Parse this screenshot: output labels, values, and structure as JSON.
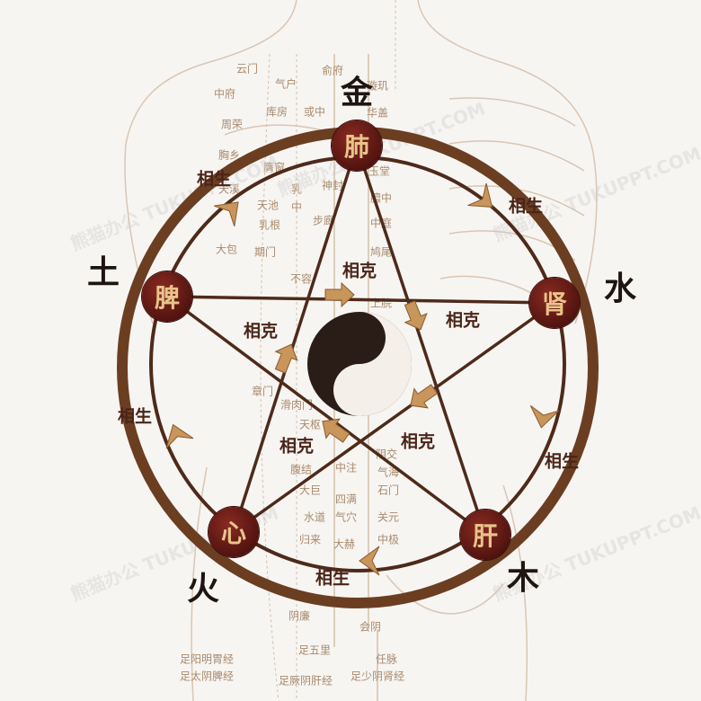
{
  "colors": {
    "ring": "#6b3e22",
    "node": "#5a1812",
    "node_text": "#e8c48a",
    "arrow": "#c8955a",
    "acupoint_text": "#a88a6c",
    "element_text": "#1e1410"
  },
  "organs": {
    "lung": "肺",
    "kidney": "肾",
    "liver": "肝",
    "heart": "心",
    "spleen": "脾"
  },
  "elements": {
    "metal": "金",
    "water": "水",
    "wood": "木",
    "fire": "火",
    "earth": "土"
  },
  "relations": {
    "generate": "相生",
    "restrain": "相克"
  },
  "center_symbol": "yin-yang-icon",
  "watermark": "熊猫办公 TUKUPPT.COM",
  "acupoints": [
    "云门",
    "气户",
    "俞府",
    "璇玑",
    "中府",
    "库房",
    "或中",
    "华盖",
    "周荣",
    "胸乡",
    "膺窗",
    "玉堂",
    "天溪",
    "乳",
    "中",
    "神封",
    "膻中",
    "天池",
    "乳根",
    "步廊",
    "中庭",
    "大包",
    "期门",
    "鸠尾",
    "不容",
    "上脘",
    "章门",
    "滑肉门",
    "天枢",
    "腹结",
    "中注",
    "阴交",
    "气海",
    "石门",
    "大巨",
    "四满",
    "水道",
    "气穴",
    "关元",
    "归来",
    "大赫",
    "中极",
    "阴廉",
    "会阴",
    "足五里",
    "任脉",
    "足阳明胃经",
    "足太阴脾经",
    "足厥阴肝经",
    "足少阴肾经"
  ]
}
